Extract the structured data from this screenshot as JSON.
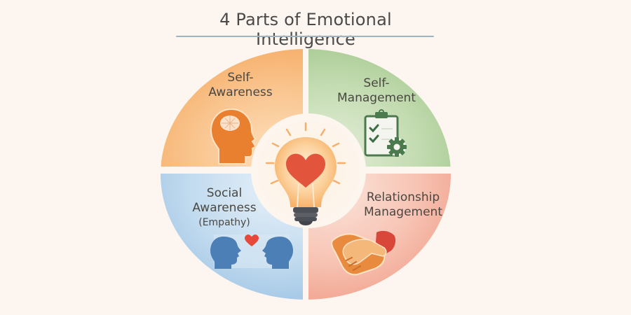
{
  "title": "4 Parts of Emotional Intelligence",
  "center": {
    "icon": "lightbulb-heart-icon",
    "colors": {
      "glow": "#fde6c6",
      "bulb": "#fbc88a",
      "heart": "#e2543c",
      "base": "#4d5157",
      "rays": "#f3b06e"
    }
  },
  "quadrants": [
    {
      "id": "self-awareness",
      "position": "top-left",
      "line1": "Self-",
      "line2": "Awareness",
      "icon": "head-brain-icon",
      "color": "#f7b06a"
    },
    {
      "id": "self-management",
      "position": "top-right",
      "line1": "Self-",
      "line2": "Management",
      "icon": "clipboard-gear-icon",
      "color": "#a9cc94"
    },
    {
      "id": "social-awareness",
      "position": "bottom-left",
      "line1": "Social",
      "line2": "Awareness",
      "line3": "(Empathy)",
      "icon": "two-faces-heart-icon",
      "color": "#a6c9e6"
    },
    {
      "id": "relationship-management",
      "position": "bottom-right",
      "line1": "Relationship",
      "line2": "Management",
      "icon": "handshake-icon",
      "color": "#f4a895"
    }
  ],
  "colors": {
    "background": "#fdf6f0",
    "title_text": "#4a4a4a",
    "underline": "#9fb2bf",
    "label_text": "#4a4742"
  }
}
